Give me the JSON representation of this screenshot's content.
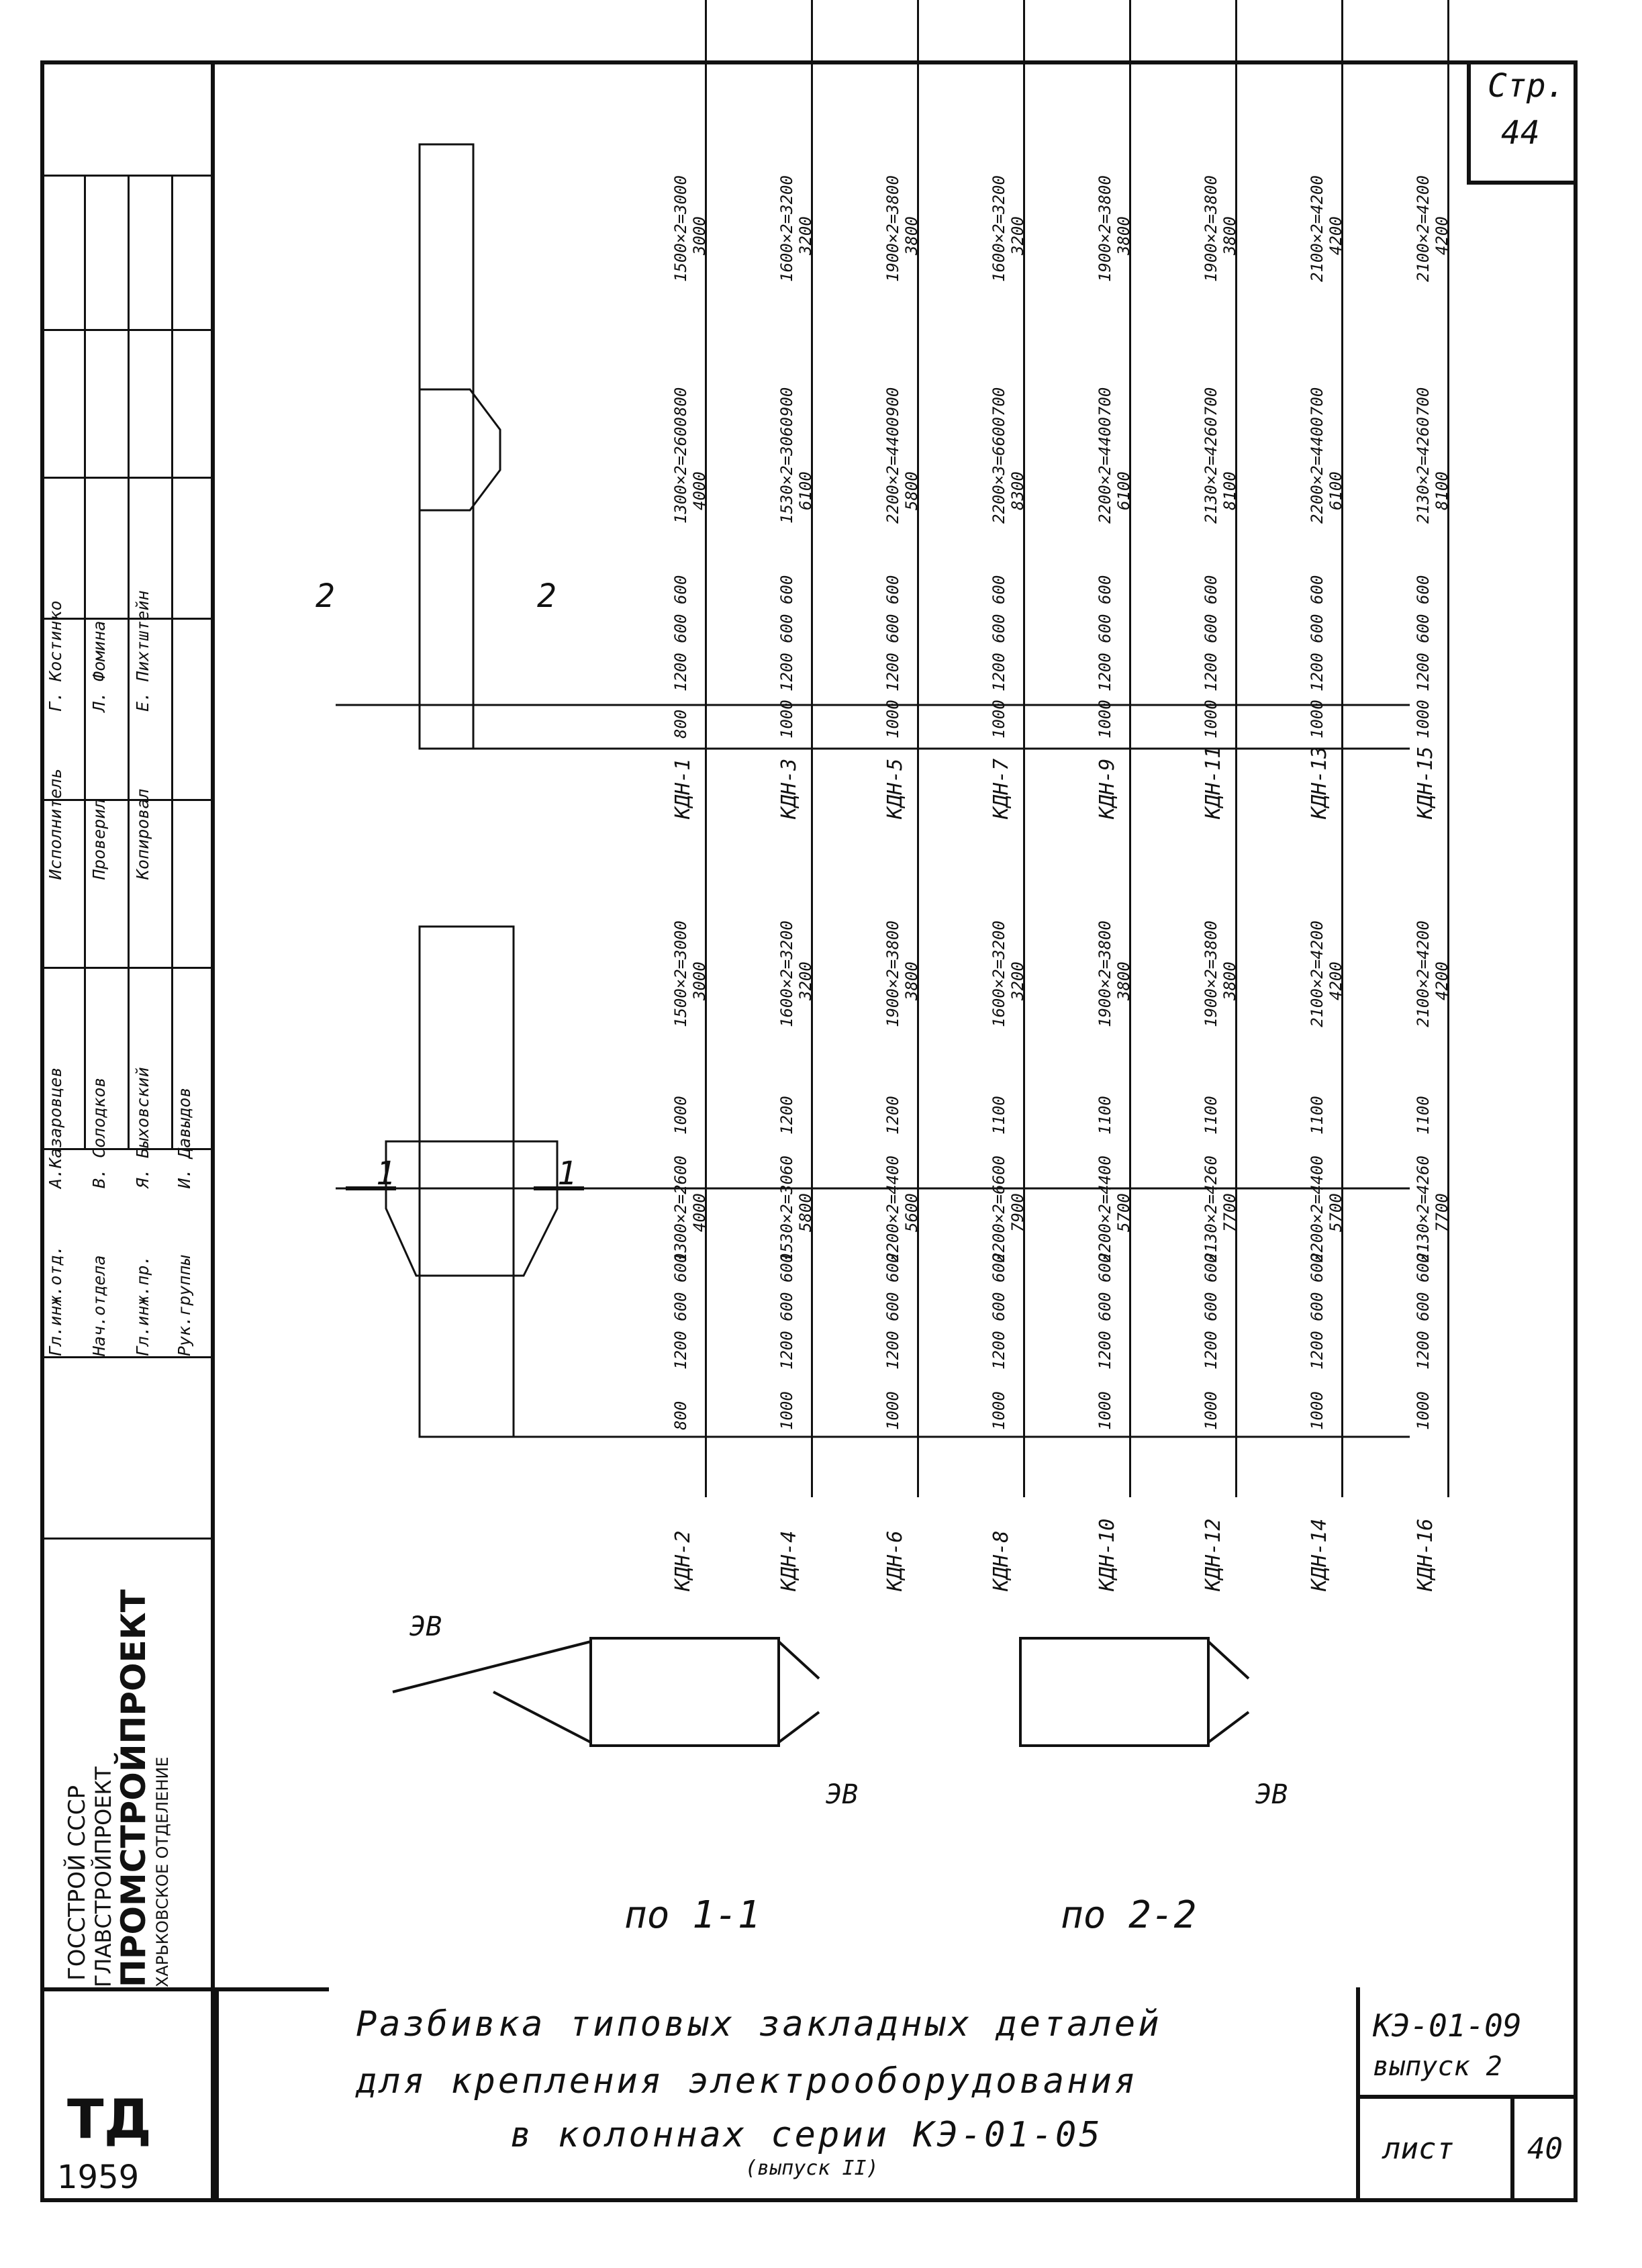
{
  "sheet_ref": {
    "top_label": "Стр.",
    "top_num": "44"
  },
  "org": {
    "line1": "ГОССТРОЙ СССР",
    "line2": "ГЛАВСТРОЙПРОЕКТ",
    "line3": "ПРОМСТРОЙПРОЕКТ",
    "line4": "ХАРЬКОВСКОЕ ОТДЕЛЕНИЕ"
  },
  "stamp": {
    "td": "ТД",
    "year": "1959"
  },
  "signatures": {
    "left_roles": [
      "Гл.инж.отд.",
      "Нач.отдела",
      "Гл.инж.пр.",
      "Рук.группы"
    ],
    "left_names": [
      "А.Казаровцев",
      "В. Солодков",
      "Я. Быховский",
      "И. Давыдов"
    ],
    "right_roles": [
      "Исполнитель",
      "Проверил",
      "Копировал"
    ],
    "right_names": [
      "Г. Костинко",
      "Л. Фомина",
      "Е. Пихтштейн"
    ]
  },
  "title": {
    "line1": "Разбивка типовых закладных деталей",
    "line2": "для крепления электрооборудования",
    "line3": "в колоннах серии КЭ-01-05",
    "line4": "(выпуск II)"
  },
  "code": {
    "series": "КЭ-01-09",
    "issue": "выпуск 2",
    "sheet_label": "лист",
    "sheet_num": "40"
  },
  "sections": {
    "s11": "по 1-1",
    "s22": "по 2-2",
    "ev1": "ЭВ",
    "ev2": "ЭВ",
    "ev3": "ЭВ",
    "cut1a": "1",
    "cut1b": "1",
    "cut2a": "2",
    "cut2b": "2"
  },
  "left_columns": [
    {
      "name": "КДН-2",
      "v1": "800",
      "a": "1200 600 600",
      "b": "1300×2=2600",
      "b2": "4000",
      "c": "1000",
      "d": "1500×2=3000",
      "d2": "3000"
    },
    {
      "name": "КДН-4",
      "v1": "1000",
      "a": "1200 600 600",
      "b": "1530×2=3060",
      "b2": "5800",
      "c": "1200",
      "d": "1600×2=3200",
      "d2": "3200"
    },
    {
      "name": "КДН-6",
      "v1": "1000",
      "a": "1200 600 600",
      "b": "2200×2=4400",
      "b2": "5600",
      "c": "1200",
      "d": "1900×2=3800",
      "d2": "3800"
    },
    {
      "name": "КДН-8",
      "v1": "1000",
      "a": "1200 600 600",
      "b": "2200×2=6600",
      "b2": "7900",
      "c": "1100",
      "d": "1600×2=3200",
      "d2": "3200"
    },
    {
      "name": "КДН-10",
      "v1": "1000",
      "a": "1200 600 600",
      "b": "2200×2=4400",
      "b2": "5700",
      "c": "1100",
      "d": "1900×2=3800",
      "d2": "3800"
    },
    {
      "name": "КДН-12",
      "v1": "1000",
      "a": "1200 600 600",
      "b": "2130×2=4260",
      "b2": "7700",
      "c": "1100",
      "d": "1900×2=3800",
      "d2": "3800"
    },
    {
      "name": "КДН-14",
      "v1": "1000",
      "a": "1200 600 600",
      "b": "2200×2=4400",
      "b2": "5700",
      "c": "1100",
      "d": "2100×2=4200",
      "d2": "4200"
    },
    {
      "name": "КДН-16",
      "v1": "1000",
      "a": "1200 600 600",
      "b": "2130×2=4260",
      "b2": "7700",
      "c": "1100",
      "d": "2100×2=4200",
      "d2": "4200"
    }
  ],
  "right_columns": [
    {
      "name": "КДН-1",
      "v1": "800",
      "a": "1200 600 600",
      "b": "1300×2=2600",
      "b2": "4000",
      "c": "800",
      "d": "1500×2=3000",
      "d2": "3000"
    },
    {
      "name": "КДН-3",
      "v1": "1000",
      "a": "1200 600 600",
      "b": "1530×2=3060",
      "b2": "6100",
      "c": "900",
      "d": "1600×2=3200",
      "d2": "3200"
    },
    {
      "name": "КДН-5",
      "v1": "1000",
      "a": "1200 600 600",
      "b": "2200×2=4400",
      "b2": "5800",
      "c": "900",
      "d": "1900×2=3800",
      "d2": "3800"
    },
    {
      "name": "КДН-7",
      "v1": "1000",
      "a": "1200 600 600",
      "b": "2200×3=6600",
      "b2": "8300",
      "c": "700",
      "d": "1600×2=3200",
      "d2": "3200"
    },
    {
      "name": "КДН-9",
      "v1": "1000",
      "a": "1200 600 600",
      "b": "2200×2=4400",
      "b2": "6100",
      "c": "700",
      "d": "1900×2=3800",
      "d2": "3800"
    },
    {
      "name": "КДН-11",
      "v1": "1000",
      "a": "1200 600 600",
      "b": "2130×2=4260",
      "b2": "8100",
      "c": "700",
      "d": "1900×2=3800",
      "d2": "3800"
    },
    {
      "name": "КДН-13",
      "v1": "1000",
      "a": "1200 600 600",
      "b": "2200×2=4400",
      "b2": "6100",
      "c": "700",
      "d": "2100×2=4200",
      "d2": "4200"
    },
    {
      "name": "КДН-15",
      "v1": "1000",
      "a": "1200 600 600",
      "b": "2130×2=4260",
      "b2": "8100",
      "c": "700",
      "d": "2100×2=4200",
      "d2": "4200"
    }
  ]
}
